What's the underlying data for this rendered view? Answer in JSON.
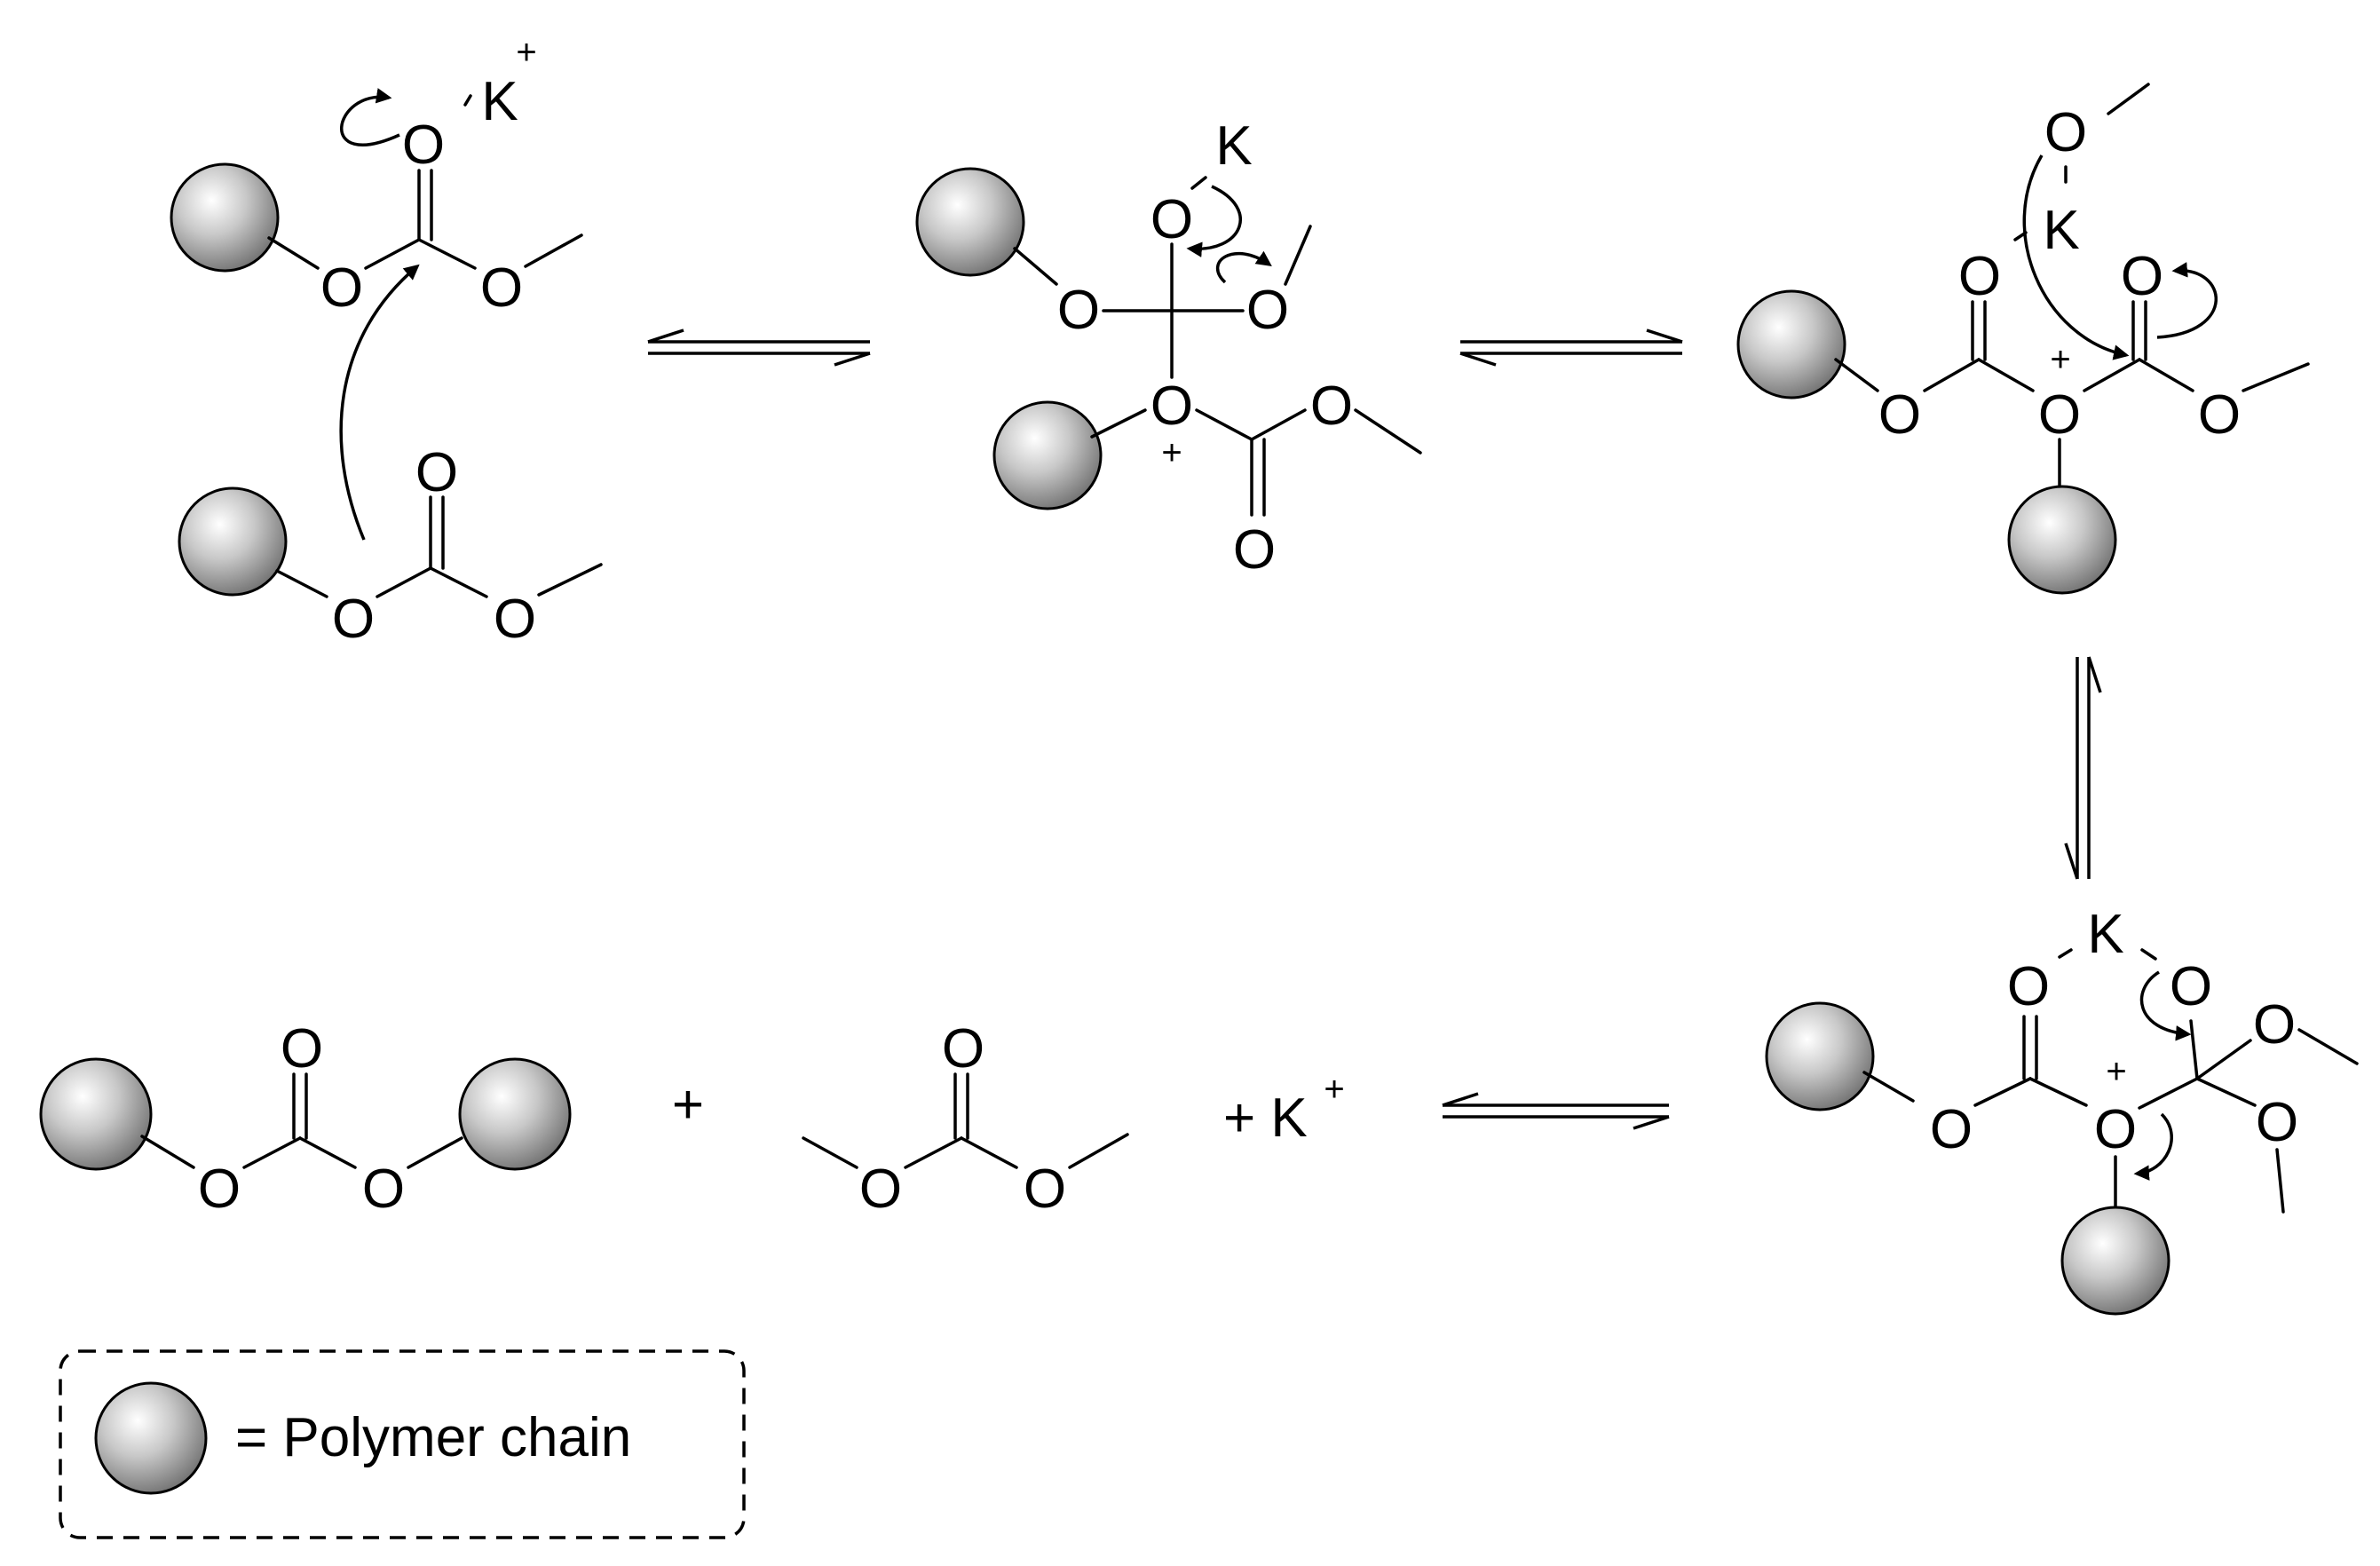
{
  "atoms": {
    "oxygen": "O",
    "potassium": "K"
  },
  "charges": {
    "plus": "+"
  },
  "reagents": {
    "plus_separator": "+",
    "potassium_cation": "+ K",
    "potassium_cation_charge": "+"
  },
  "legend": {
    "text": "= Polymer chain"
  },
  "colors": {
    "line": "#000000",
    "sphere_light": "#ffffff",
    "sphere_dark": "#6e6e6e"
  }
}
